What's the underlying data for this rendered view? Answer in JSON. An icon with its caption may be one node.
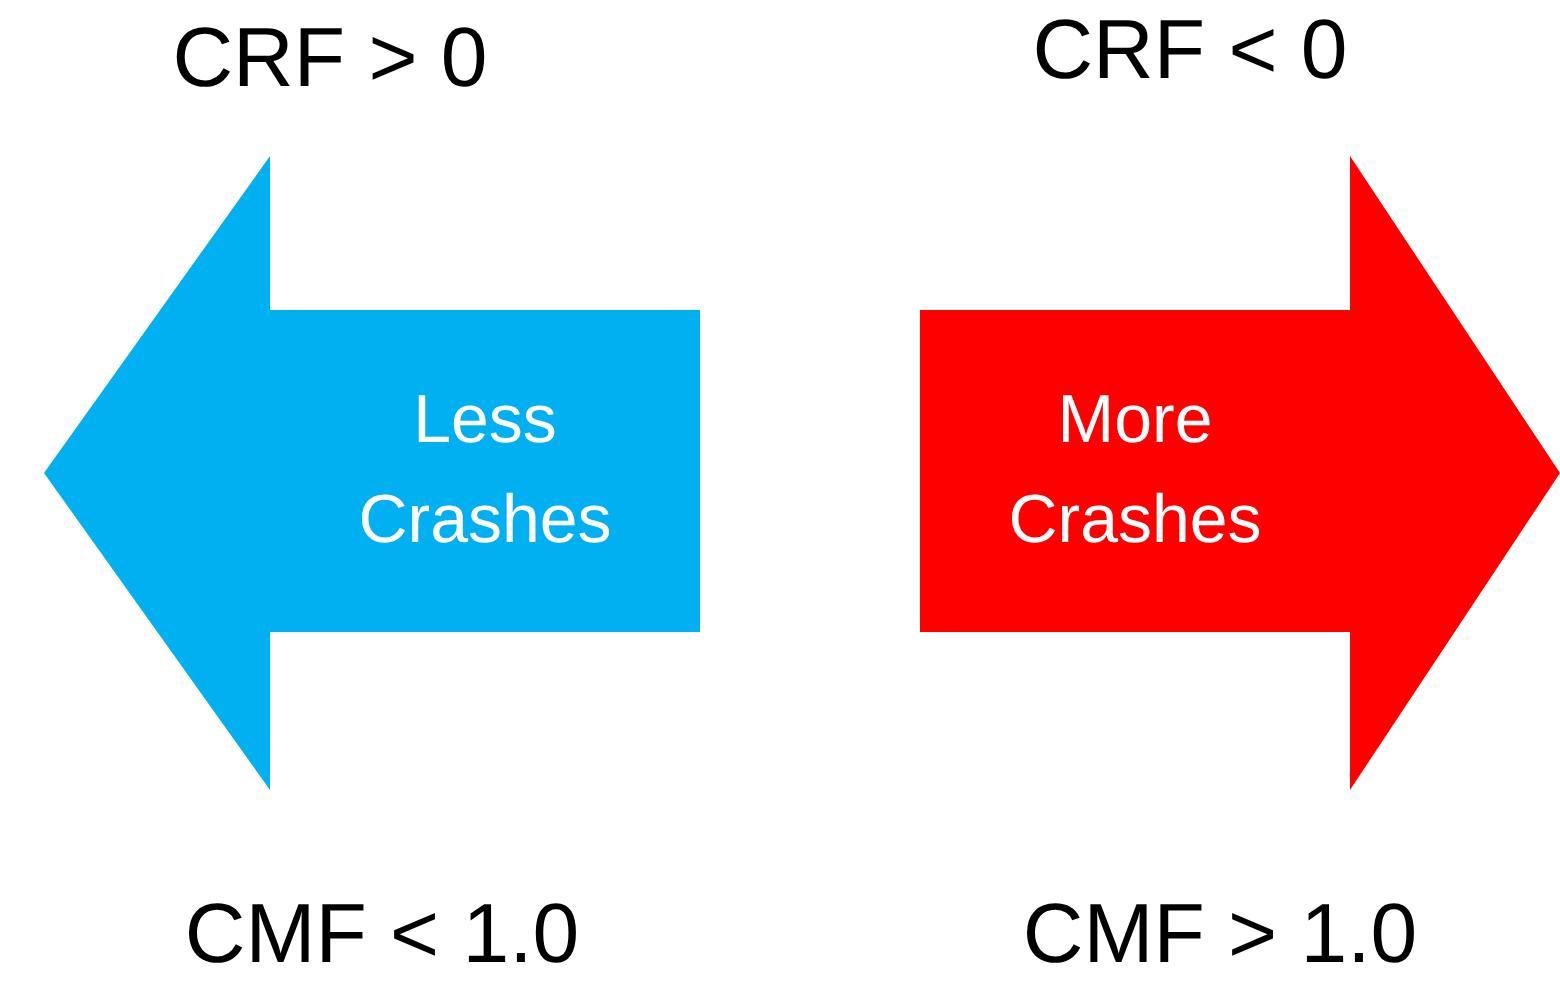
{
  "diagram": {
    "nodes": [
      {
        "text": [
          "Less Crashes"
        ],
        "beside": [
          "CRF > 0",
          "CMF < 1.0"
        ]
      },
      {
        "text": [
          "More Crashes"
        ],
        "beside": [
          "CRF < 0",
          "CMF > 1.0"
        ]
      }
    ]
  }
}
